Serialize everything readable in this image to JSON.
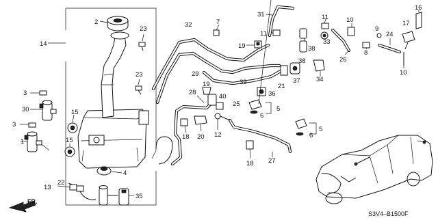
{
  "diagram": {
    "code": "S3V4–B1500F",
    "direction_label": "FR.",
    "callouts": {
      "c1": "1",
      "c2": "2",
      "c3a": "3",
      "c3b": "3",
      "c4": "4",
      "c5a": "5",
      "c5b": "5",
      "c6a": "6",
      "c6b": "6",
      "c7": "7",
      "c8": "8",
      "c9": "9",
      "c10a": "10",
      "c10b": "10",
      "c11a": "11",
      "c11b": "11",
      "c12": "12",
      "c13": "13",
      "c14": "14",
      "c15a": "15",
      "c15b": "15",
      "c16": "16",
      "c17": "17",
      "c18a": "18",
      "c18b": "18",
      "c19a": "19",
      "c19b": "19",
      "c20": "20",
      "c21": "21",
      "c22": "22",
      "c23a": "23",
      "c23b": "23",
      "c24": "24",
      "c25": "25",
      "c26": "26",
      "c27": "27",
      "c28": "28",
      "c29": "29",
      "c30": "30",
      "c31": "31",
      "c32": "32",
      "c33": "33",
      "c34": "34",
      "c35": "35",
      "c36": "36",
      "c37": "37",
      "c38a": "38",
      "c38b": "38",
      "c39": "39",
      "c40": "40"
    }
  }
}
